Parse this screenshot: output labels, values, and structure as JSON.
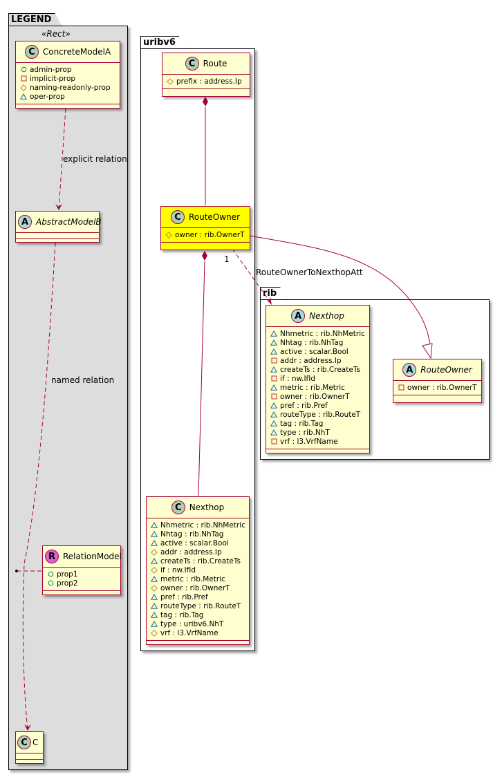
{
  "packages": {
    "legend": {
      "name": "LEGEND",
      "stereotype": "«Rect»"
    },
    "uribv6": {
      "name": "uribv6"
    },
    "rib": {
      "name": "rib"
    }
  },
  "colors": {
    "class_fill": "#FEFECE",
    "class_border": "#A80036",
    "highlight_fill": "#FFFF00",
    "legend_bg": "#DDDDDD",
    "badge_class": "#ADD1B2",
    "badge_abstract": "#A9DCDF",
    "badge_relation": "#D963D9"
  },
  "legend_classes": {
    "concrete": {
      "badge": "C",
      "name": "ConcreteModelA",
      "attrs": [
        {
          "vis": "public",
          "text": "admin-prop"
        },
        {
          "vis": "private",
          "text": "implicit-prop"
        },
        {
          "vis": "protected",
          "text": "naming-readonly-prop"
        },
        {
          "vis": "package",
          "text": "oper-prop"
        }
      ]
    },
    "abstract": {
      "badge": "A",
      "name": "AbstractModelB",
      "attrs": []
    },
    "relation": {
      "badge": "R",
      "name": "RelationModel",
      "attrs": [
        {
          "vis": "public",
          "text": "prop1"
        },
        {
          "vis": "public",
          "text": "prop2"
        }
      ]
    },
    "c": {
      "badge": "C",
      "name": "C",
      "attrs": []
    }
  },
  "uribv6_classes": {
    "route": {
      "badge": "C",
      "name": "Route",
      "attrs": [
        {
          "vis": "protected",
          "text": "prefix : address.Ip"
        }
      ]
    },
    "routeowner": {
      "badge": "C",
      "name": "RouteOwner",
      "highlighted": true,
      "attrs": [
        {
          "vis": "protected",
          "text": "owner : rib.OwnerT"
        }
      ]
    },
    "nexthop": {
      "badge": "C",
      "name": "Nexthop",
      "attrs": [
        {
          "vis": "package",
          "text": "Nhmetric : rib.NhMetric"
        },
        {
          "vis": "package",
          "text": "Nhtag : rib.NhTag"
        },
        {
          "vis": "package",
          "text": "active : scalar.Bool"
        },
        {
          "vis": "protected",
          "text": "addr : address.Ip"
        },
        {
          "vis": "package",
          "text": "createTs : rib.CreateTs"
        },
        {
          "vis": "protected",
          "text": "if : nw.IfId"
        },
        {
          "vis": "package",
          "text": "metric : rib.Metric"
        },
        {
          "vis": "protected",
          "text": "owner : rib.OwnerT"
        },
        {
          "vis": "package",
          "text": "pref : rib.Pref"
        },
        {
          "vis": "package",
          "text": "routeType : rib.RouteT"
        },
        {
          "vis": "package",
          "text": "tag : rib.Tag"
        },
        {
          "vis": "package",
          "text": "type : uribv6.NhT"
        },
        {
          "vis": "protected",
          "text": "vrf : l3.VrfName"
        }
      ]
    }
  },
  "rib_classes": {
    "nexthop": {
      "badge": "A",
      "name": "Nexthop",
      "attrs": [
        {
          "vis": "package",
          "text": "Nhmetric : rib.NhMetric"
        },
        {
          "vis": "package",
          "text": "Nhtag : rib.NhTag"
        },
        {
          "vis": "package",
          "text": "active : scalar.Bool"
        },
        {
          "vis": "private",
          "text": "addr : address.Ip"
        },
        {
          "vis": "package",
          "text": "createTs : rib.CreateTs"
        },
        {
          "vis": "private",
          "text": "if : nw.IfId"
        },
        {
          "vis": "package",
          "text": "metric : rib.Metric"
        },
        {
          "vis": "private",
          "text": "owner : rib.OwnerT"
        },
        {
          "vis": "package",
          "text": "pref : rib.Pref"
        },
        {
          "vis": "package",
          "text": "routeType : rib.RouteT"
        },
        {
          "vis": "package",
          "text": "tag : rib.Tag"
        },
        {
          "vis": "package",
          "text": "type : rib.NhT"
        },
        {
          "vis": "private",
          "text": "vrf : l3.VrfName"
        }
      ]
    },
    "routeowner": {
      "badge": "A",
      "name": "RouteOwner",
      "attrs": [
        {
          "vis": "private",
          "text": "owner : rib.OwnerT"
        }
      ]
    }
  },
  "relations": {
    "explicit_label": "explicit relation",
    "named_label": "named relation",
    "routeowner_to_nexthop_label": "RouteOwnerToNexthopAtt",
    "routeowner_to_nexthop_multiplicity": "1"
  }
}
